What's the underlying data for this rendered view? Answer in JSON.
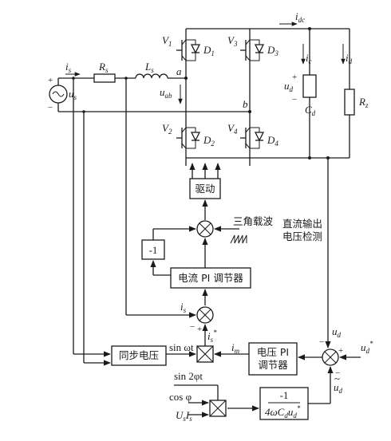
{
  "labels": {
    "v1": "V",
    "v1_sub": "1",
    "d1": "D",
    "d1_sub": "1",
    "v3": "V",
    "v3_sub": "3",
    "d3": "D",
    "d3_sub": "3",
    "v2": "V",
    "v2_sub": "2",
    "d2": "D",
    "d2_sub": "2",
    "v4": "V",
    "v4_sub": "4",
    "d4": "D",
    "d4_sub": "4",
    "is_top": "i",
    "is_top_sub": "s",
    "us": "u",
    "us_sub": "s",
    "rs": "R",
    "rs_sub": "s",
    "ls": "L",
    "ls_sub": "s",
    "a": "a",
    "b": "b",
    "uab": "u",
    "uab_sub": "ab",
    "idc": "i",
    "idc_sub": "dc",
    "ic": "i",
    "ic_sub": "c",
    "id": "i",
    "id_sub": "d",
    "ud_cap": "u",
    "ud_cap_sub": "d",
    "cd": "C",
    "cd_sub": "d",
    "rz": "R",
    "rz_sub": "z",
    "plus_cap": "+",
    "minus_cap": "−",
    "plus_src": "+",
    "minus_src": "−",
    "is_mid": "i",
    "is_mid_sub": "s",
    "is_star": "i",
    "is_star_sub": "s",
    "is_star_sup": "*",
    "plus_is": "+",
    "minus_is": "−",
    "im": "i",
    "im_sub": "m",
    "ud_fb": "u",
    "ud_fb_sub": "d",
    "ud_ref": "u",
    "ud_ref_sub": "d",
    "ud_ref_sup": "*",
    "plus_ud": "+",
    "minus_ud": "−",
    "minus_udt": "−",
    "udt": "u",
    "udt_sub": "d",
    "sin_wt": "sin ωt",
    "sin_2phi": "sin 2φt",
    "cos_phi": "cos φ",
    "us_is": "U",
    "us_is_sub1": "s",
    "us_is_mid": "I",
    "us_is_sub2": "s"
  },
  "blocks": {
    "drive": "驱动",
    "neg_one_left": "-1",
    "current_pi": "电流 PI 调节器",
    "sync_voltage": "同步电压",
    "voltage_pi_line1": "电压 PI",
    "voltage_pi_line2": "调节器",
    "neg_one_bottom": "-1",
    "filter_den": "4ωC",
    "filter_den_sub": "d",
    "filter_den_u": "u",
    "filter_den_u_sub": "d",
    "filter_den_u_sup": "*"
  },
  "annotations": {
    "triangle_carrier": "三角载波",
    "dc_detect_line1": "直流输出",
    "dc_detect_line2": "电压检测"
  }
}
